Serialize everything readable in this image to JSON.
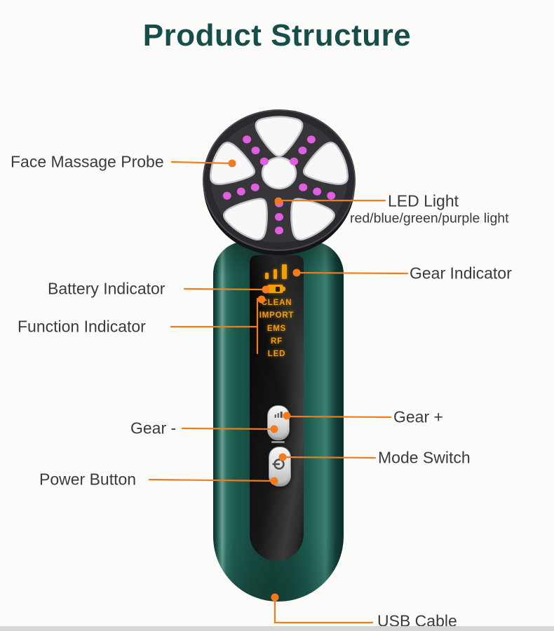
{
  "title": "Product Structure",
  "labels": {
    "face_massage_probe": "Face Massage Probe",
    "led_light": "LED Light",
    "led_light_sub": "red/blue/green/purple light",
    "gear_indicator": "Gear Indicator",
    "battery_indicator": "Battery Indicator",
    "function_indicator": "Function Indicator",
    "gear_minus": "Gear -",
    "gear_plus": "Gear +",
    "mode_switch": "Mode Switch",
    "power_button": "Power Button",
    "usb_cable": "USB Cable"
  },
  "device": {
    "function_modes": [
      "CLEAN",
      "IMPORT",
      "EMS",
      "RF",
      "LED"
    ]
  },
  "colors": {
    "background": "#fbfbf9",
    "title": "#184e4a",
    "label": "#3b3b3b",
    "leader": "#ee7e1d",
    "dot": "#f47a1c",
    "led": "#e05fde",
    "body_green": "#1d5a4e",
    "body_green_dark": "#0a2b26",
    "panel": "#161616",
    "indicator": "#f49d00",
    "button_silver": "#dcdcdc",
    "bottom_strip": "#d7d7d5"
  }
}
